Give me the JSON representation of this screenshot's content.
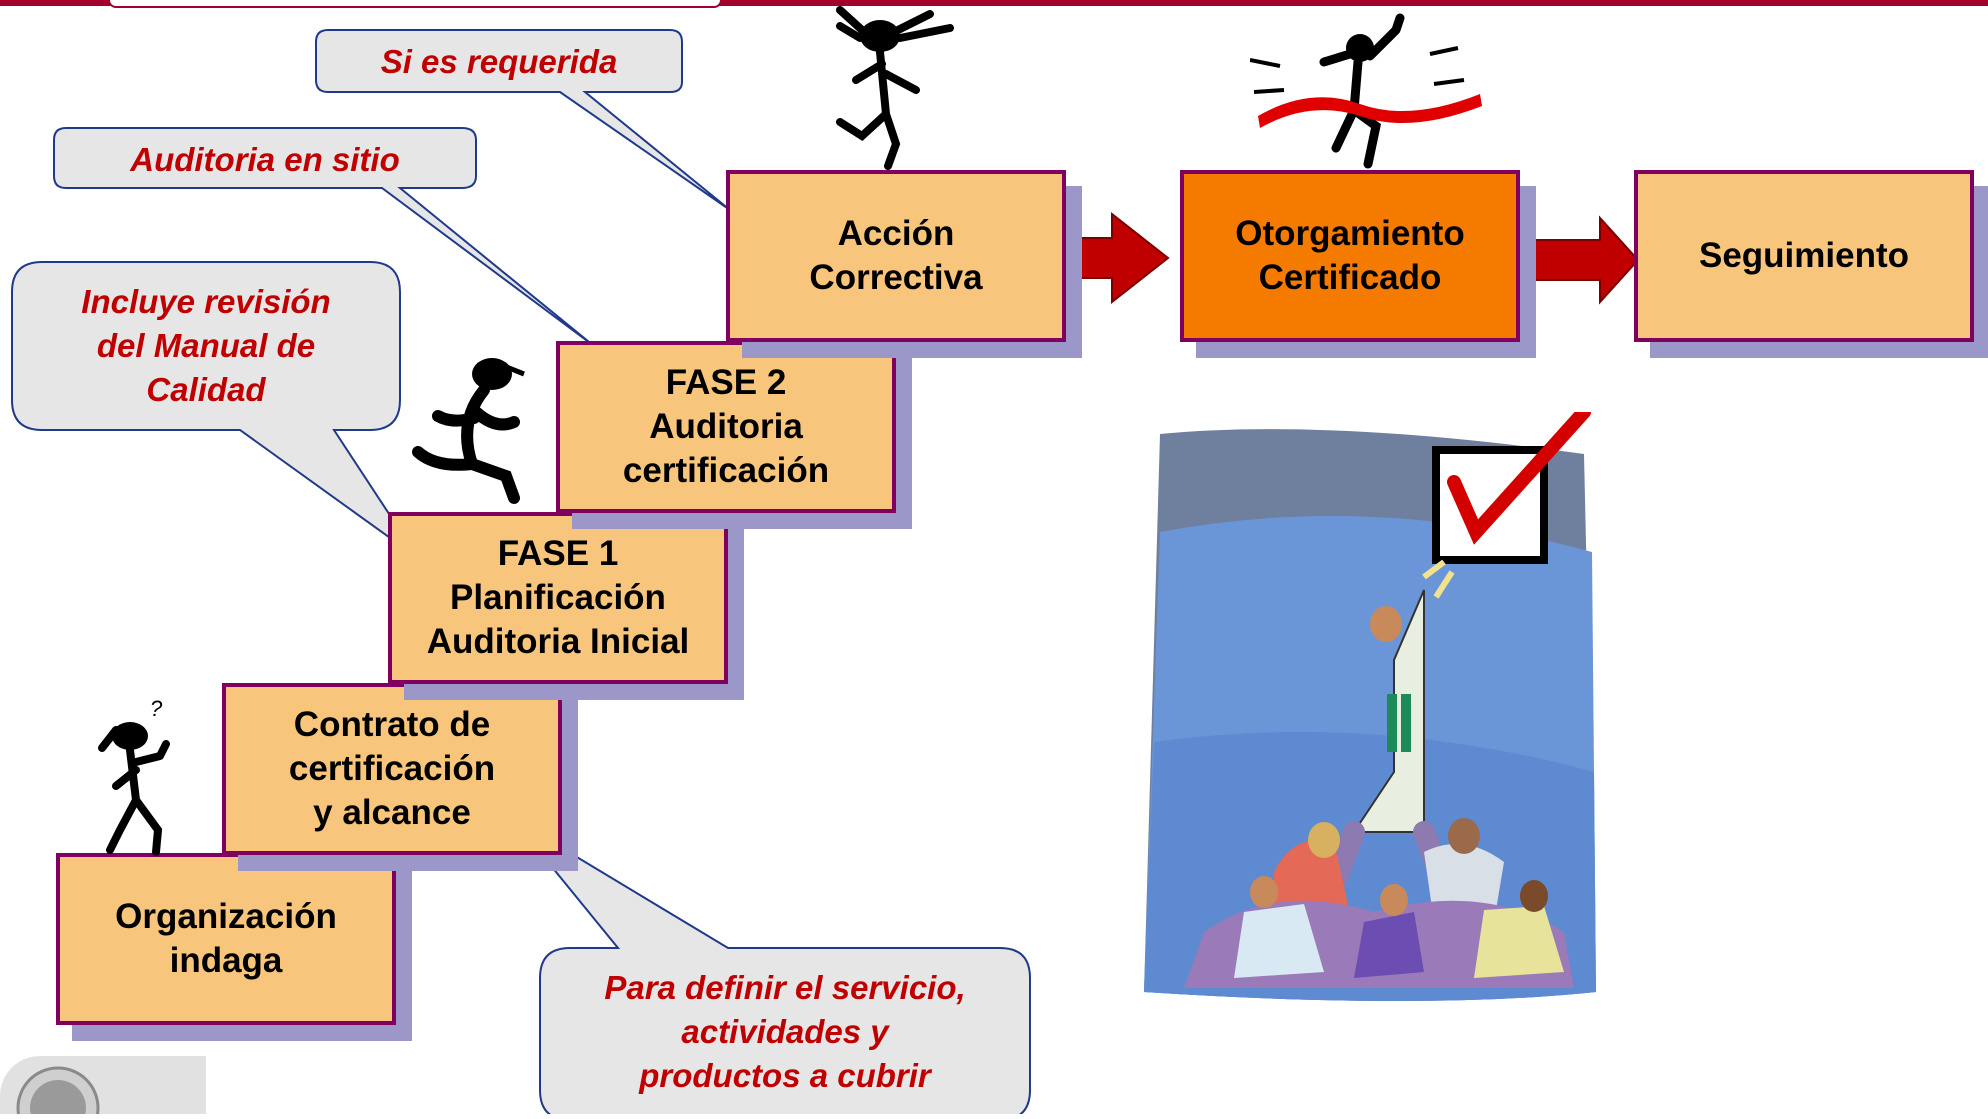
{
  "steps": {
    "organizacion": [
      "Organización",
      "indaga"
    ],
    "contrato": [
      "Contrato de",
      "certificación",
      "y alcance"
    ],
    "fase1": [
      "FASE 1",
      "Planificación",
      "Auditoria Inicial"
    ],
    "fase2": [
      "FASE 2",
      "Auditoria",
      "certificación"
    ],
    "accion": [
      "Acción",
      "Correctiva"
    ],
    "otorgamiento": [
      "Otorgamiento",
      "Certificado"
    ],
    "seguimiento": [
      "Seguimiento"
    ]
  },
  "callouts": {
    "si_requerida": [
      "Si es requerida"
    ],
    "auditoria_sitio": [
      "Auditoria en sitio"
    ],
    "incluye": [
      "Incluye revisión",
      "del Manual de",
      "Calidad"
    ],
    "para_definir": [
      "Para definir el servicio,",
      "actividades y",
      "productos a cubrir"
    ]
  },
  "colors": {
    "step_fill": "#f7c57b",
    "step_highlight": "#f57b00",
    "step_border": "#800060",
    "step_shadow": "#9b97c9",
    "callout_fill": "#e6e6e6",
    "callout_text": "#c00000",
    "arrow": "#c00000",
    "top_band": "#a3002b"
  },
  "icons": [
    "thinking-figure-icon",
    "running-figure-icon",
    "frustrated-figure-icon",
    "winner-figure-icon",
    "checkmark-box-icon",
    "team-pyramid-icon",
    "logo-icon"
  ]
}
